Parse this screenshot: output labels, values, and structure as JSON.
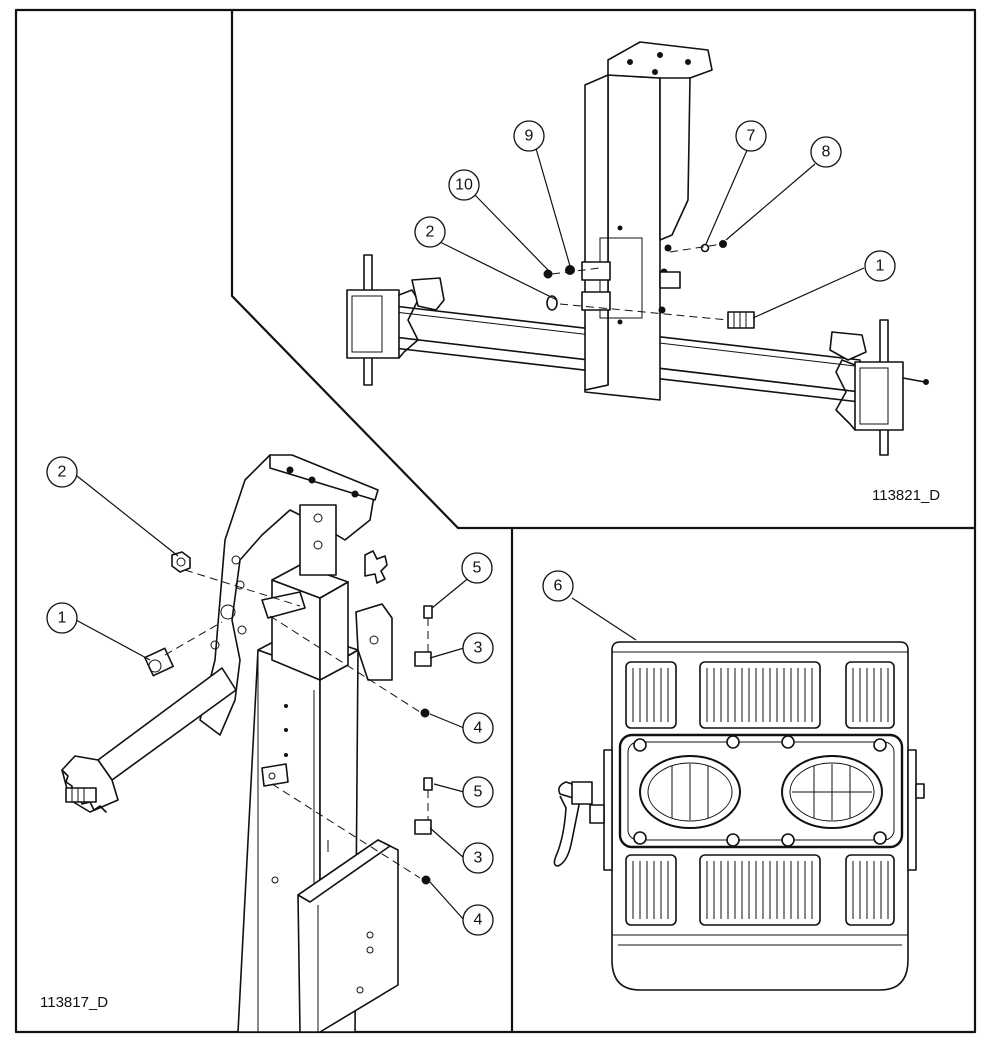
{
  "drawing_codes": {
    "top_panel": "113821_D",
    "left_panel": "113817_D"
  },
  "callouts": {
    "top": {
      "n1": "1",
      "n2": "2",
      "n7": "7",
      "n8": "8",
      "n9": "9",
      "n10": "10"
    },
    "left": {
      "n1": "1",
      "n2": "2",
      "n3a": "3",
      "n3b": "3",
      "n4a": "4",
      "n4b": "4",
      "n5a": "5",
      "n5b": "5"
    },
    "right": {
      "n6": "6"
    }
  },
  "colors": {
    "line": "#111111",
    "background": "#ffffff"
  }
}
